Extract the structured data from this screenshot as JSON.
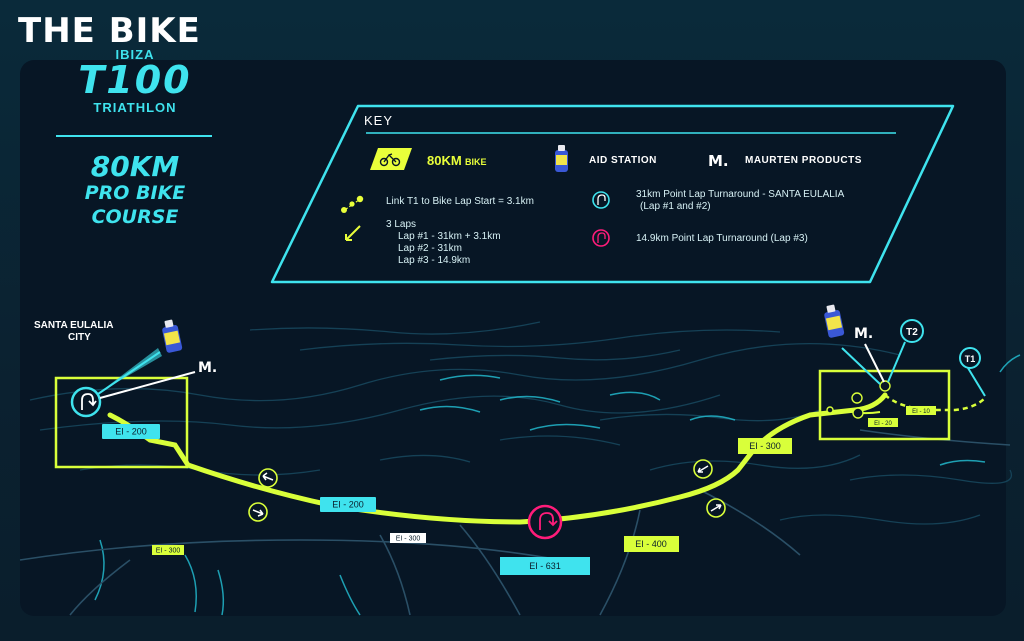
{
  "page_title": "THE BIKE",
  "brand": {
    "ibiza": "IBIZA",
    "logo": "T100",
    "triathlon": "TRIATHLON"
  },
  "course": {
    "distance": "80KM",
    "line2": "PRO BIKE",
    "line3": "COURSE"
  },
  "key": {
    "title": "KEY",
    "bike_value": "80KM",
    "bike_word": "BIKE",
    "aid_station": "AID STATION",
    "maurten": "MAURTEN PRODUCTS",
    "link": "Link T1 to Bike Lap Start = 3.1km",
    "laps_title": "3 Laps",
    "laps": [
      "Lap #1 - 31km + 3.1km",
      "Lap #2 - 31km",
      "Lap #3 - 14.9km"
    ],
    "turn31_l1": "31km Point Lap Turnaround - SANTA EULALIA",
    "turn31_l2": "(Lap #1 and #2)",
    "turn149": "14.9km Point Lap Turnaround (Lap #3)"
  },
  "map_labels": {
    "santa_eulalia_l1": "SANTA EULALIA",
    "santa_eulalia_l2": "CITY",
    "t1": "T1",
    "t2": "T2",
    "maurten_mark": "M."
  },
  "roads": {
    "ei200_a": "EI - 200",
    "ei200_b": "EI - 200",
    "ei300_left": "EI - 300",
    "ei300_mid": "EI - 300",
    "ei300_right": "EI - 300",
    "ei400": "EI - 400",
    "ei631": "EI - 631",
    "ei10": "EI - 10",
    "ei20": "EI - 20"
  },
  "colors": {
    "cyan": "#3fe3ee",
    "lime": "#d9ff3a",
    "magenta": "#ff1c7a",
    "panel": "#071625"
  }
}
